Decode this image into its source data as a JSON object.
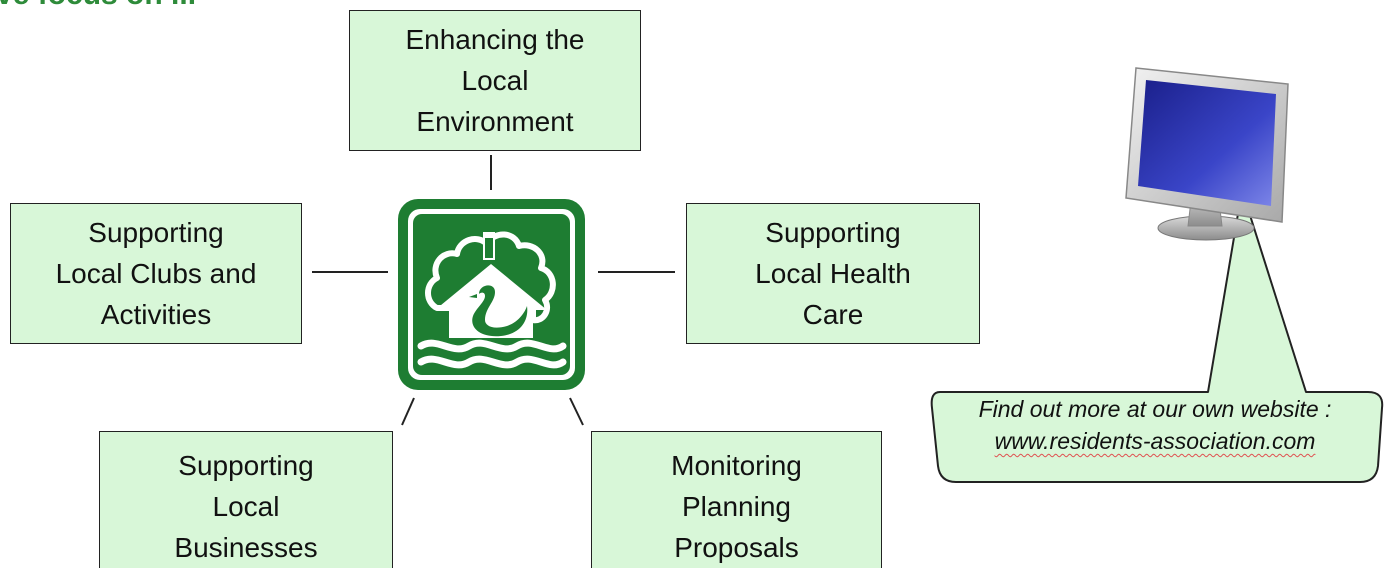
{
  "header": {
    "partial_title": "ve focus on ..."
  },
  "center_logo": {
    "icon": "residents-association-logo-house-swan-tree-icon",
    "colors": {
      "primary": "#1e7d32",
      "light": "#ffffff"
    }
  },
  "focus_areas": {
    "environment": "Enhancing the\nLocal\nEnvironment",
    "clubs": "Supporting\nLocal Clubs and\nActivities",
    "health": "Supporting\nLocal Health\nCare",
    "business": "Supporting\nLocal\nBusinesses",
    "planning": "Monitoring\nPlanning\nProposals"
  },
  "website_callout": {
    "line1": "Find out more at our own website :",
    "url": "www.residents-association.com",
    "icon": "computer-monitor-icon"
  },
  "colors": {
    "box_fill": "#d8f7d8",
    "box_border": "#222222",
    "title_green": "#2e8b3a",
    "callout_fill": "#d8f7d8",
    "monitor_screen": "#2a2fb0"
  }
}
